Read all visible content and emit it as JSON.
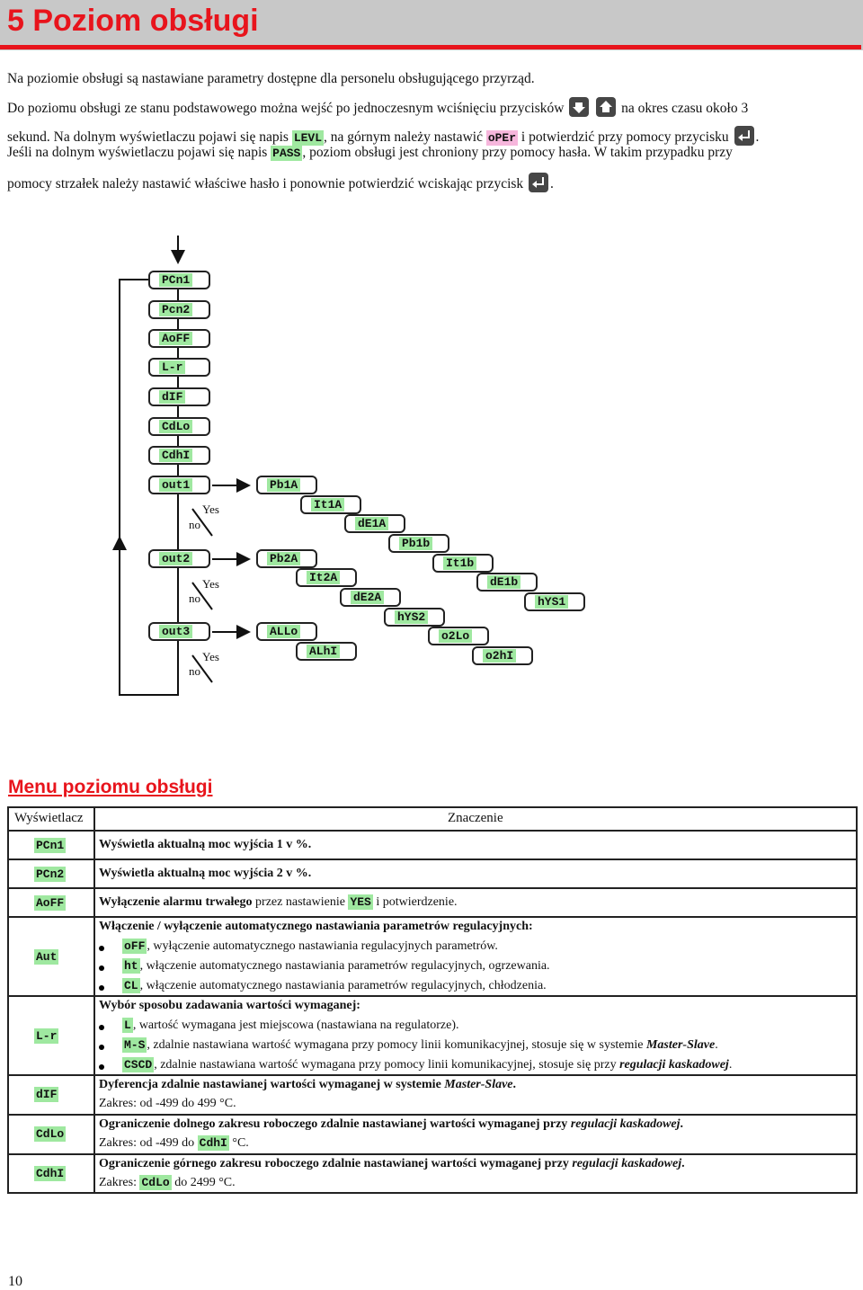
{
  "header": {
    "title": "5 Poziom obsługi"
  },
  "intro": {
    "l1": "Na poziomie obsługi są nastawiane parametry dostępne dla personelu obsługującego przyrząd.",
    "l2a": "Do poziomu obsługi ze stanu podstawowego można wejść po jednoczesnym wciśnięciu przycisków",
    "l2b": "na okres czasu około 3",
    "l3a": "sekund. Na dolnym wyświetlaczu pojawi się napis",
    "l3code1": "LEVL",
    "l3b": ", na górnym należy nastawić",
    "l3code2": "oPEr",
    "l3c": "i potwierdzić przy pomocy przycisku",
    "l3d": ".",
    "l4a": "Jeśli na dolnym wyświetlaczu pojawi się napis",
    "l4code": "PASS",
    "l4b": ", poziom obsługi jest chroniony przy pomocy hasła. W takim przypadku przy",
    "l5a": "pomocy strzałek należy nastawić właściwe hasło i ponownie potwierdzić wciskając przycisk",
    "l5b": "."
  },
  "diagram": {
    "chain": [
      "PCn1",
      "Pcn2",
      "AoFF",
      "L-r",
      "dIF",
      "CdLo",
      "CdhI"
    ],
    "outs": [
      "out1",
      "out2",
      "out3"
    ],
    "yes": "Yes",
    "no": "no",
    "p1": [
      "Pb1A",
      "It1A",
      "dE1A",
      "Pb1b",
      "It1b",
      "dE1b",
      "hYS1"
    ],
    "p2": [
      "Pb2A",
      "It2A",
      "dE2A",
      "hYS2",
      "o2Lo",
      "o2hI"
    ],
    "p3": [
      "ALLo",
      "ALhI"
    ]
  },
  "menu_title": "Menu poziomu obsługi",
  "table": {
    "col1": "Wyświetlacz",
    "col2": "Znaczenie",
    "rows": {
      "pcn1": {
        "code": "PCn1",
        "desc": "Wyświetla aktualną moc wyjścia 1 v %."
      },
      "pcn2": {
        "code": "PCn2",
        "desc": "Wyświetla aktualną moc wyjścia 2 v %."
      },
      "aoff": {
        "code": "AoFF",
        "d1": "Wyłączenie alarmu trwałego",
        "d2": " przez  nastawienie ",
        "dcode": "YES",
        "d3": " i potwierdzenie."
      },
      "aut": {
        "code": "Aut",
        "head": "Włączenie / wyłączenie automatycznego nastawiania parametrów regulacyjnych:",
        "b1code": "oFF",
        "b1": ", wyłączenie automatycznego nastawiania regulacyjnych parametrów.",
        "b2code": "ht",
        "b2": ", włączenie automatycznego nastawiania parametrów regulacyjnych, ogrzewania.",
        "b3code": "CL",
        "b3": ", włączenie automatycznego nastawiania parametrów regulacyjnych, chłodzenia."
      },
      "lr": {
        "code": "L-r",
        "head": "Wybór sposobu zadawania wartości wymaganej:",
        "b1code": "L",
        "b1": ", wartość wymagana jest miejscowa (nastawiana na regulatorze).",
        "b2code": "M-S",
        "b2": ", zdalnie nastawiana wartość wymagana przy pomocy linii komunikacyjnej, stosuje się w systemie ",
        "b2i": "Master-Slave",
        "b2e": ".",
        "b3code": "CSCD",
        "b3": ",  zdalnie nastawiana wartość wymagana przy pomocy linii komunikacyjnej, stosuje się przy ",
        "b3i": "regulacji kaskadowej",
        "b3e": "."
      },
      "dif": {
        "code": "dIF",
        "head": "Dyferencja zdalnie nastawianej wartości wymaganej w systemie ",
        "headi": "Master-Slave",
        "heade": ".",
        "r": "Zakres: od -499 do 499 °C."
      },
      "cdlo": {
        "code": "CdLo",
        "head": "Ograniczenie dolnego zakresu roboczego zdalnie nastawianej wartości wymaganej przy ",
        "headi": "regulacji kaskadowej",
        "heade": ".",
        "r1": "Zakres: od -499 do ",
        "rcode": "CdhI",
        "r2": " °C."
      },
      "cdhi": {
        "code": "CdhI",
        "head": "Ograniczenie górnego zakresu roboczego zdalnie nastawianej wartości wymaganej przy ",
        "headi": "regulacji kaskadowej",
        "heade": ".",
        "r1": "Zakres: ",
        "rcode": "CdLo",
        "r2": " do 2499 °C."
      }
    }
  },
  "page_number": "10"
}
